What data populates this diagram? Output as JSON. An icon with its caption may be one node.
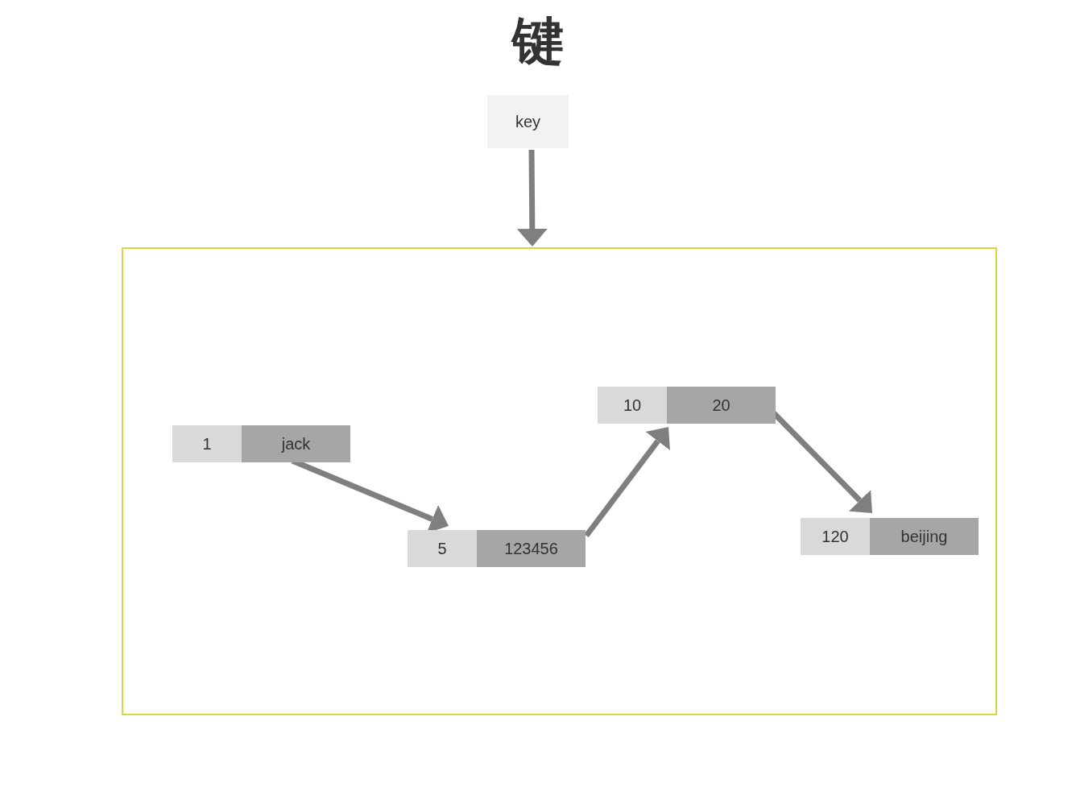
{
  "diagram": {
    "title": "键",
    "nodes": [
      {
        "text": [
          "key"
        ]
      },
      {
        "text": [],
        "shape": "box"
      },
      {
        "text": [
          "1",
          "jack"
        ],
        "in": 1
      },
      {
        "text": [
          "5",
          "123456"
        ],
        "in": 1
      },
      {
        "text": [
          "10",
          "20"
        ],
        "in": 1
      },
      {
        "text": [
          "120",
          "beijing"
        ],
        "in": 1
      }
    ],
    "edges": [
      {
        "from": 0,
        "to": 1,
        "arrow": "to"
      },
      {
        "from": 2,
        "to": 3,
        "arrow": "to"
      },
      {
        "from": 3,
        "to": 4,
        "arrow": "to"
      },
      {
        "from": 4,
        "to": 5,
        "arrow": "to"
      }
    ]
  }
}
